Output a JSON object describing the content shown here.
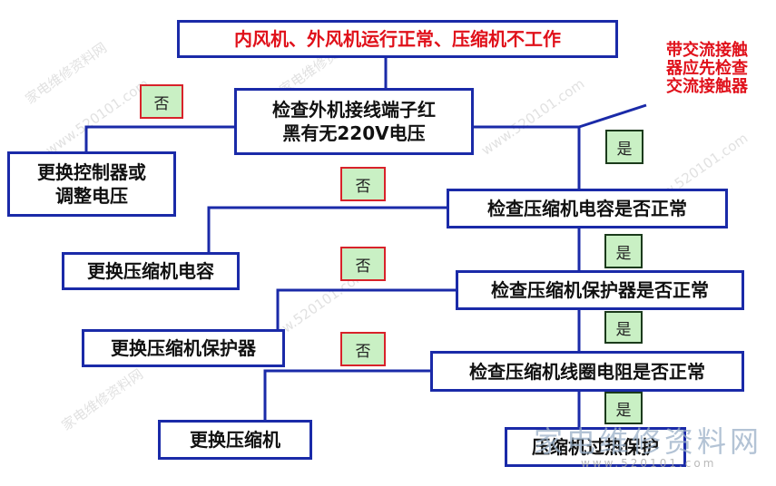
{
  "nodes": {
    "symptom": "内风机、外风机运行正常、压缩机不工作",
    "check_terminal": "检查外机接线端子红\n黑有无220V电压",
    "replace_controller": "更换控制器或\n调整电压",
    "check_capacitor": "检查压缩机电容是否正常",
    "replace_capacitor": "更换压缩机电容",
    "check_protector": "检查压缩机保护器是否正常",
    "replace_protector": "更换压缩机保护器",
    "check_coil": "检查压缩机线圈电阻是否正常",
    "replace_compressor": "更换压缩机",
    "overheat": "压缩机过热保护"
  },
  "note": "带交流接触\n器应先检查\n交流接触器",
  "labels": {
    "no": "否",
    "yes": "是"
  },
  "watermark": {
    "site": "www.520101.com",
    "name": "家电维修资料网",
    "brand": "家电维修资料网",
    "brand_url": "www.520101.com"
  },
  "colors": {
    "border": "#1a2aa8",
    "red": "#e0101a",
    "tag_fill": "#c9f0c4"
  }
}
